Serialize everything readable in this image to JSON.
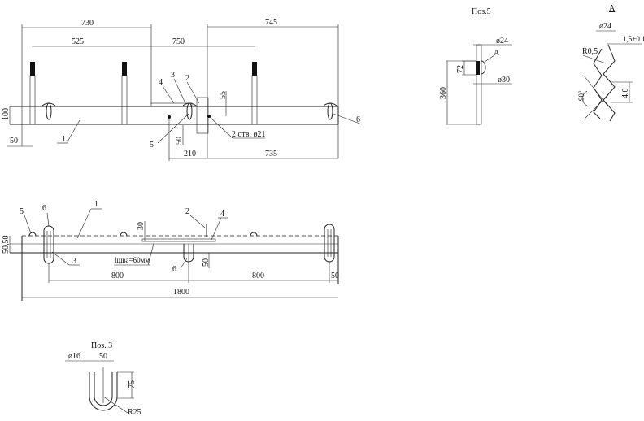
{
  "top_view": {
    "dims": {
      "d730": "730",
      "d745": "745",
      "d525": "525",
      "d750": "750",
      "d100": "100",
      "d50a": "50",
      "d55": "55",
      "d50b": "50",
      "d210": "210",
      "d735": "735"
    },
    "holes_note": "2 отв. ø21",
    "callouts": {
      "p1": "1",
      "p2": "2",
      "p3": "3",
      "p4": "4",
      "p5": "5",
      "p6": "6"
    }
  },
  "side_view": {
    "dims": {
      "d5050": "50,50",
      "d30": "30",
      "d50": "50",
      "d800a": "800",
      "d800b": "800",
      "d50e": "50",
      "d1800": "1800"
    },
    "weld_note": "lшва=60мм",
    "callouts": {
      "p5": "5",
      "p6a": "6",
      "p1": "1",
      "p2": "2",
      "p4": "4",
      "p3": "3",
      "p6b": "6"
    }
  },
  "pos3": {
    "title": "Поз. 3",
    "d16": "ø16",
    "d50": "50",
    "d75": "75",
    "r25": "R25"
  },
  "pos5": {
    "title": "Поз.5",
    "d24": "ø24",
    "d30": "ø30",
    "d72": "72",
    "d360": "360",
    "detail_ref": "A"
  },
  "detail_a": {
    "title": "A",
    "d24": "ø24",
    "pitch": "1,5+0.1",
    "r05": "R0,5",
    "angle": "90°",
    "d40": "4,0"
  }
}
